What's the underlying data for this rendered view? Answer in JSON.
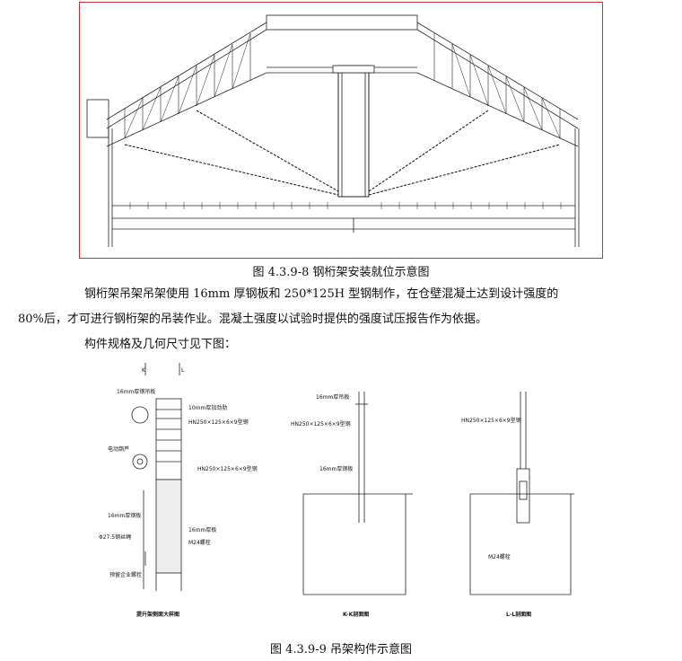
{
  "figure1": {
    "caption": "图 4.3.9-8 钢桁架安装就位示意图"
  },
  "paragraph1": {
    "line1": "钢桁架吊架吊架使用 16mm 厚钢板和 250*125H 型钢制作，在仓壁混凝土达到设计强度的",
    "line2": "80%后，才可进行钢桁架的吊装作业。混凝土强度以试验时提供的强度试压报告作为依据。"
  },
  "paragraph2": {
    "line1": "构件规格及几何尺寸见下图："
  },
  "figure2": {
    "caption": "图 4.3.9-9 吊架构件示意图",
    "detail": {
      "title": "提升架侧面大样图",
      "section_k": "K",
      "section_l": "L",
      "labels": {
        "plate_top": "16mm厚钢吊板",
        "stiffener": "10mm厚加劲肋",
        "hbeam1": "HN250×125×6×9型钢",
        "hoist": "电动葫芦",
        "hbeam2": "HN250×125×6×9型钢",
        "plate_mid": "16mm厚钢板",
        "plate_right": "16mm厚板",
        "bolt": "M24螺栓",
        "rebar": "Φ27.5钢丝绳",
        "base": "预留企业螺栓"
      }
    },
    "section_kk": {
      "title": "K-K剖面图",
      "labels": {
        "plate_top": "16mm厚吊板",
        "hbeam": "HN250×125×6×9型钢",
        "plate_mid": "16mm厚钢板"
      }
    },
    "section_ll": {
      "title": "L-L剖面图",
      "labels": {
        "hbeam": "HN250×125×6×9型钢",
        "bolt": "M24螺栓"
      }
    }
  }
}
